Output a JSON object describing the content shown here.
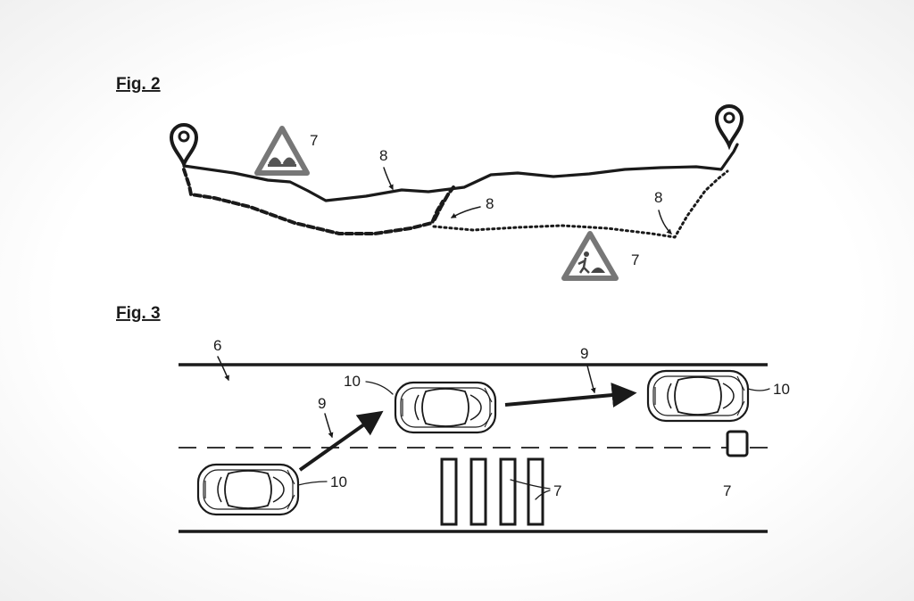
{
  "fig2": {
    "title": "Fig. 2",
    "labels": {
      "hazard_top": "7",
      "route_upper": "8",
      "route_mid": "8",
      "route_right": "8",
      "hazard_bottom": "7"
    },
    "icons": [
      "location-pin-icon",
      "location-pin-icon",
      "bumpy-road-warning-icon",
      "road-works-warning-icon"
    ]
  },
  "fig3": {
    "title": "Fig. 3",
    "labels": {
      "road": "6",
      "trajectory_left": "9",
      "trajectory_right": "9",
      "vehicle_left": "10",
      "vehicle_middle": "10",
      "vehicle_right": "10",
      "obstacles_crossing": "7",
      "obstacle_box": "7"
    },
    "icons": [
      "car-icon",
      "car-icon",
      "car-icon"
    ]
  }
}
